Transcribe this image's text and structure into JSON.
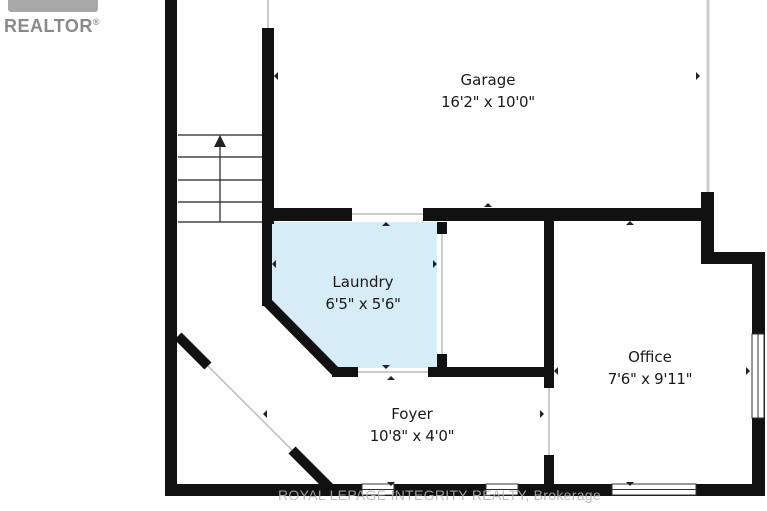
{
  "logo": {
    "text": "REALTOR",
    "registered": "®"
  },
  "rooms": [
    {
      "id": "garage",
      "name": "Garage",
      "dimensions": "16'2\" x 10'0\""
    },
    {
      "id": "laundry",
      "name": "Laundry",
      "dimensions": "6'5\" x 5'6\"",
      "fill": "#d6ecf7"
    },
    {
      "id": "office",
      "name": "Office",
      "dimensions": "7'6\" x 9'11\""
    },
    {
      "id": "foyer",
      "name": "Foyer",
      "dimensions": "10'8\" x 4'0\""
    }
  ],
  "watermark": "ROYAL LEPAGE INTEGRITY REALTY, Brokerage",
  "colors": {
    "wall": "#111111",
    "laundry_fill": "#d6ecf7",
    "background": "#ffffff"
  }
}
